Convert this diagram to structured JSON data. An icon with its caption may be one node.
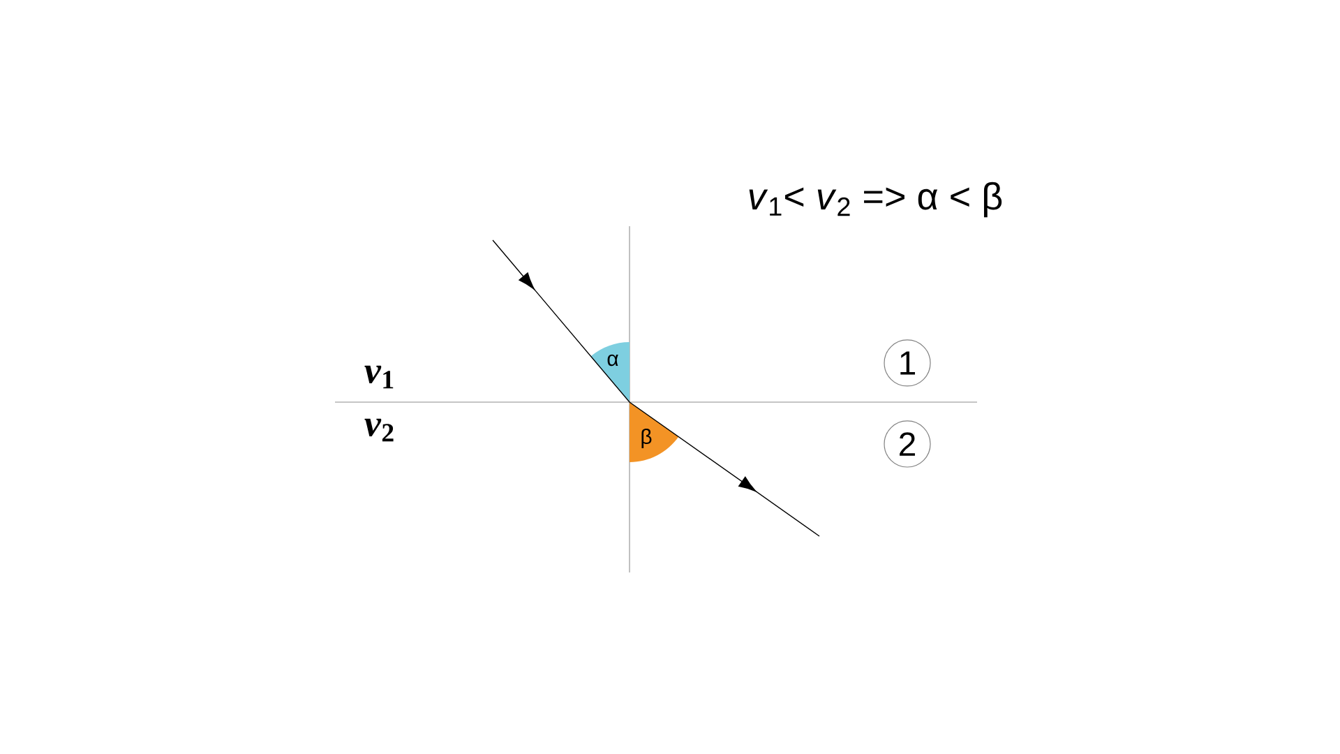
{
  "diagram": {
    "nodes": [
      {
        "text": [
          "α"
        ]
      },
      {
        "text": [
          "β"
        ]
      },
      {
        "text": [
          "1"
        ]
      },
      {
        "text": [
          "2"
        ]
      }
    ],
    "labels": [
      "*v*$_{1}$< *v*$_{2}$ => α < β",
      "*v*$_{1}$",
      "*v*$_{2}$"
    ]
  }
}
